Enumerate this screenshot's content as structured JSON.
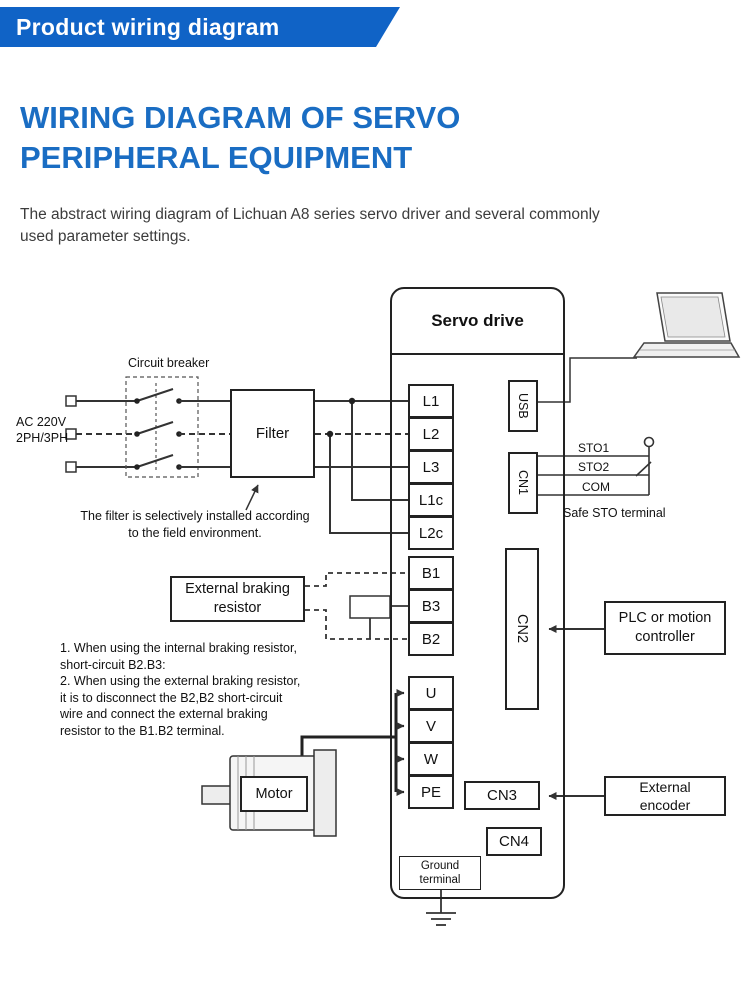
{
  "banner": {
    "title": "Product wiring diagram"
  },
  "heading": {
    "line1": "WIRING DIAGRAM OF SERVO",
    "line2": "PERIPHERAL EQUIPMENT"
  },
  "intro": "The abstract wiring diagram of Lichuan A8 series servo driver and several commonly\nused parameter settings.",
  "colors": {
    "banner_blue": "#1063c6",
    "heading_blue": "#1a6dc3",
    "wire": "#333333"
  },
  "diagram": {
    "servo_drive_label": "Servo drive",
    "terminals": [
      "L1",
      "L2",
      "L3",
      "L1c",
      "L2c",
      "B1",
      "B3",
      "B2",
      "U",
      "V",
      "W",
      "PE"
    ],
    "connectors": {
      "usb": "USB",
      "cn1": "CN1",
      "cn2": "CN2",
      "cn3": "CN3",
      "cn4": "CN4"
    },
    "labels": {
      "circuit_breaker": "Circuit breaker",
      "ac_source": "AC 220V\n2PH/3PH",
      "filter": "Filter",
      "filter_note": "The filter is selectively installed according\nto the field environment.",
      "external_braking_resistor": "External braking\nresistor",
      "braking_notes": "1. When using the internal braking resistor,\nshort-circuit B2.B3:\n2. When using the external braking resistor,\nit is to disconnect the B2,B2 short-circuit\nwire and connect the external braking\nresistor to the B1.B2 terminal.",
      "motor": "Motor",
      "sto1": "STO1",
      "sto2": "STO2",
      "com": "COM",
      "safe_sto": "Safe STO terminal",
      "plc_controller": "PLC or motion\ncontroller",
      "external_encoder": "External\nencoder",
      "ground_terminal": "Ground\nterminal"
    }
  }
}
